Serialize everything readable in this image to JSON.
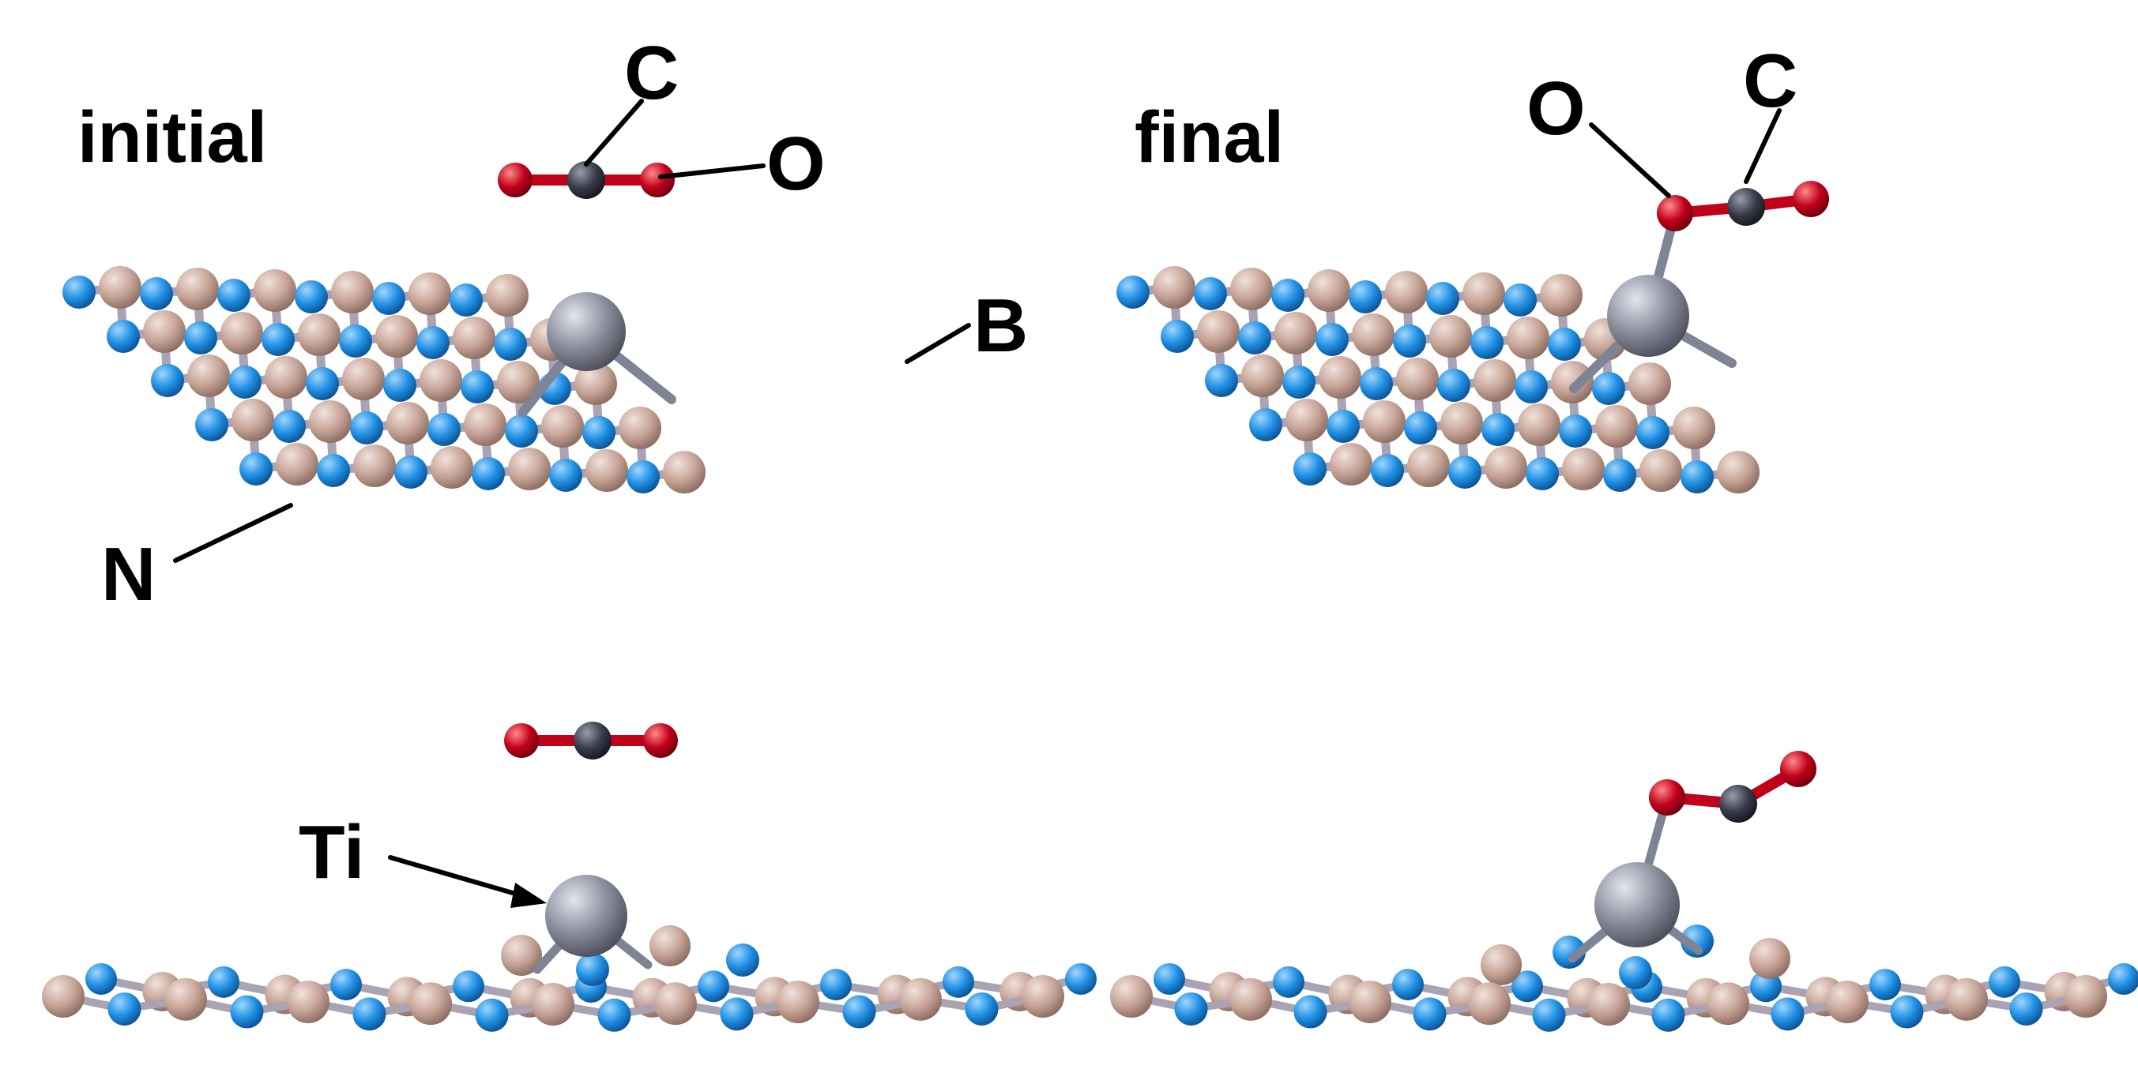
{
  "panels": {
    "initial_label": "initial",
    "final_label": "final"
  },
  "element_labels": {
    "carbon": "C",
    "oxygen": "O",
    "boron": "B",
    "nitrogen": "N",
    "titanium": "Ti"
  },
  "colors": {
    "boron": "#c7a598",
    "nitrogen": "#1f8fe3",
    "titanium": "#8a8d9c",
    "carbon": "#3a3b4a",
    "oxygen": "#c1001a",
    "bond_bn": "#a9a3b4",
    "bond_ti": "#7e8396",
    "background": "#ffffff"
  }
}
